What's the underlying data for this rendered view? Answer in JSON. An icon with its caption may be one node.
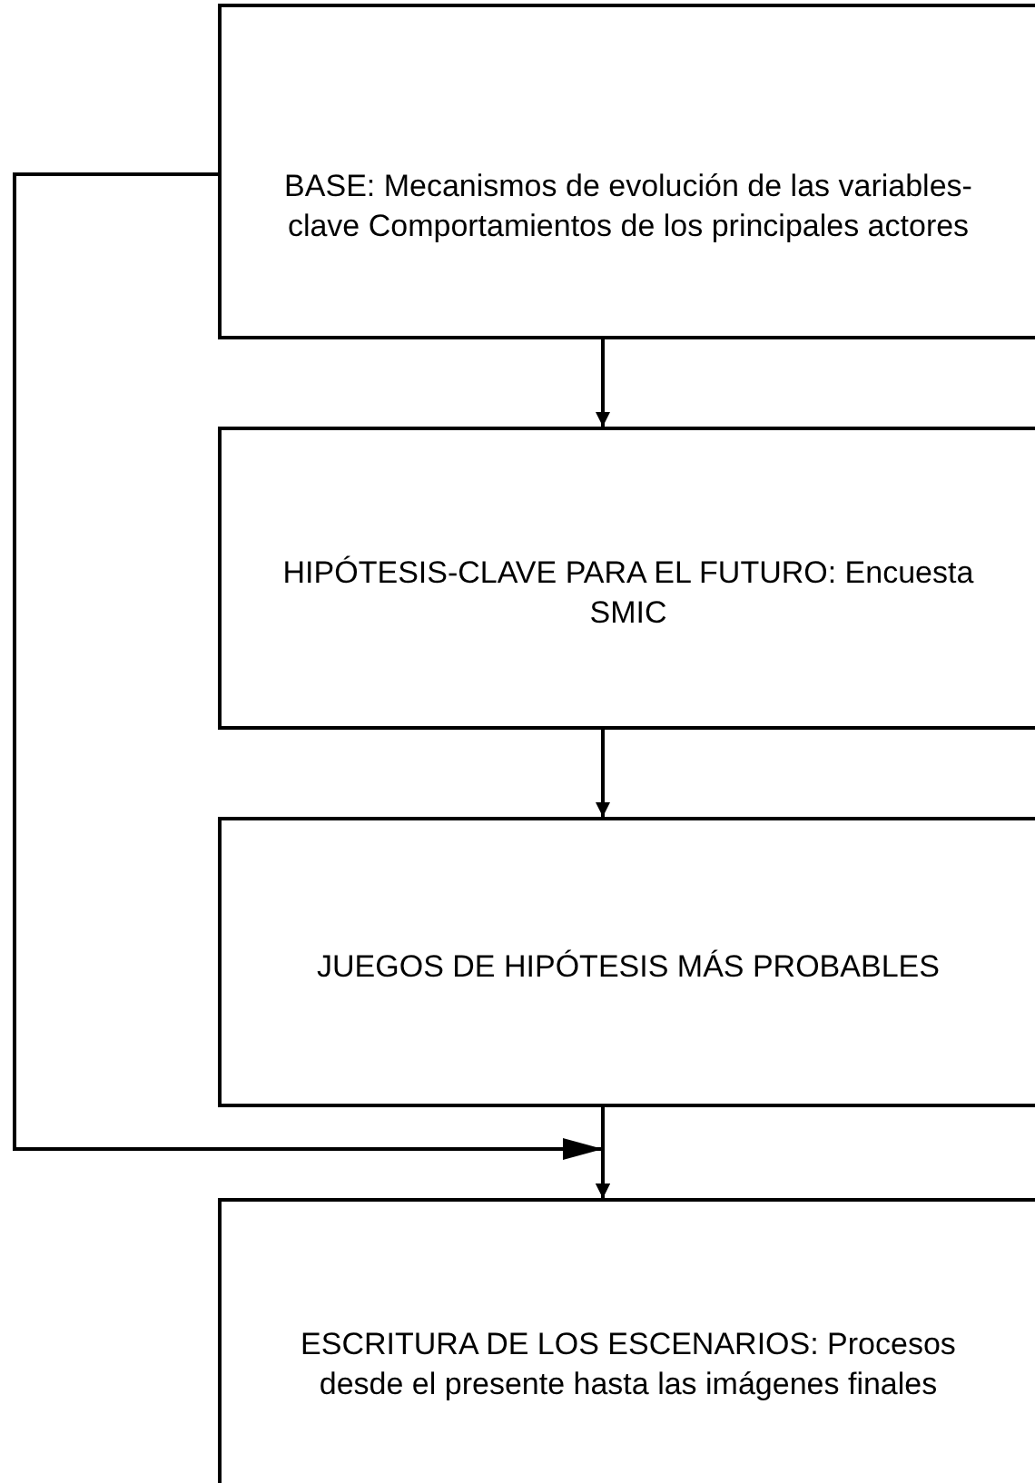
{
  "diagram": {
    "nodes": [
      {
        "text": [
          "BASE: Mecanismos de evolución de las variables-clave Comportamientos de los principales actores"
        ]
      },
      {
        "text": [
          "HIPÓTESIS-CLAVE PARA EL FUTURO: Encuesta SMIC"
        ]
      },
      {
        "text": [
          "JUEGOS DE HIPÓTESIS MÁS PROBABLES"
        ]
      },
      {
        "text": [
          "ESCRITURA DE LOS ESCENARIOS: Procesos desde el presente hasta las imágenes finales"
        ]
      }
    ],
    "edges": [
      {
        "from": 0,
        "to": 1,
        "arrow": "to"
      },
      {
        "from": 1,
        "to": 2,
        "arrow": "to"
      },
      {
        "from": 2,
        "to": 3,
        "arrow": "to"
      },
      {
        "from": 0,
        "to": 3,
        "arrow": "to"
      }
    ]
  }
}
